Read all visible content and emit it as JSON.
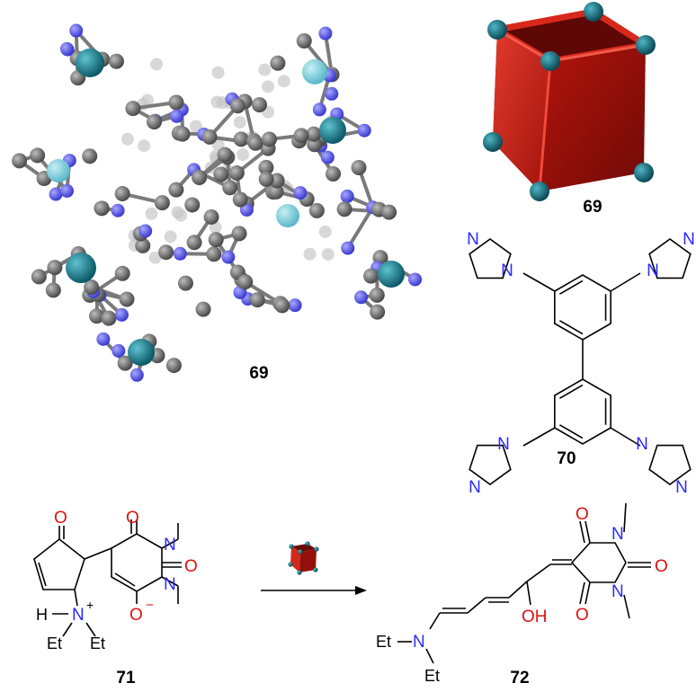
{
  "labels": {
    "structure_69_model": "69",
    "structure_69_cube": "69",
    "compound_70": "70",
    "compound_71": "71",
    "compound_72": "72"
  },
  "atoms": {
    "nitrogen": "N",
    "oxygen": "O",
    "hydrogen": "H",
    "ethyl": "Et",
    "hydroxyl": "OH",
    "plus_charge": "+",
    "minus_charge": "−"
  },
  "colors": {
    "cube_face": "#c41a12",
    "cube_dark": "#7a0c08",
    "vertex": "#1c7b8c",
    "carbon": "#6e6e6e",
    "nitrogen_atom": "#5a5ae8",
    "metal": "#1a7a8a",
    "nitrogen_text": "#2a2aff",
    "oxygen_text": "#e01010"
  }
}
